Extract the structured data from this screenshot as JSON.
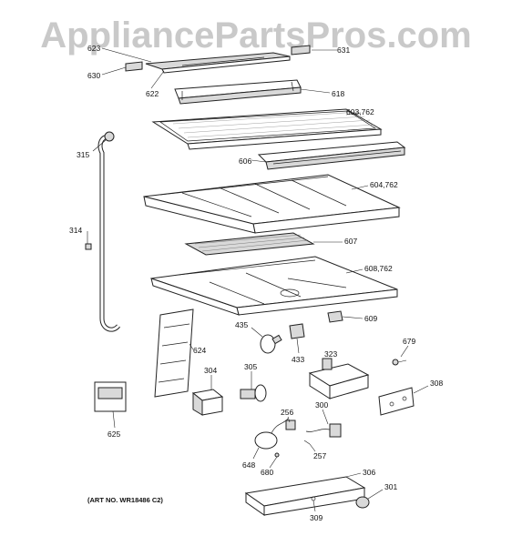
{
  "watermark": "AppliancePartsPros.com",
  "art_number": "(ART NO. WR18486 C2)",
  "callouts": [
    {
      "id": "623",
      "label": "623"
    },
    {
      "id": "631",
      "label": "631"
    },
    {
      "id": "630",
      "label": "630"
    },
    {
      "id": "622",
      "label": "622"
    },
    {
      "id": "618",
      "label": "618"
    },
    {
      "id": "603",
      "label": "603,762"
    },
    {
      "id": "315",
      "label": "315"
    },
    {
      "id": "606",
      "label": "606"
    },
    {
      "id": "604",
      "label": "604,762"
    },
    {
      "id": "314",
      "label": "314"
    },
    {
      "id": "607",
      "label": "607"
    },
    {
      "id": "608",
      "label": "608,762"
    },
    {
      "id": "609",
      "label": "609"
    },
    {
      "id": "435",
      "label": "435"
    },
    {
      "id": "433",
      "label": "433"
    },
    {
      "id": "624",
      "label": "624"
    },
    {
      "id": "323",
      "label": "323"
    },
    {
      "id": "679",
      "label": "679"
    },
    {
      "id": "304",
      "label": "304"
    },
    {
      "id": "305",
      "label": "305"
    },
    {
      "id": "308",
      "label": "308"
    },
    {
      "id": "300",
      "label": "300"
    },
    {
      "id": "625",
      "label": "625"
    },
    {
      "id": "256",
      "label": "256"
    },
    {
      "id": "257",
      "label": "257"
    },
    {
      "id": "648",
      "label": "648"
    },
    {
      "id": "680",
      "label": "680"
    },
    {
      "id": "306",
      "label": "306"
    },
    {
      "id": "301",
      "label": "301"
    },
    {
      "id": "309",
      "label": "309"
    }
  ]
}
